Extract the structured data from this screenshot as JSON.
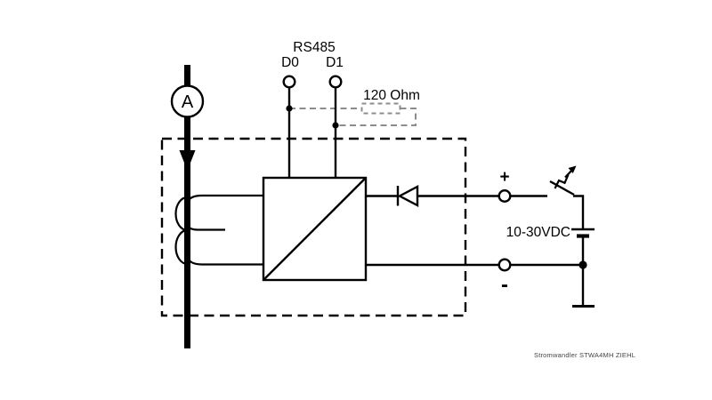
{
  "labels": {
    "bus": "RS485",
    "d0": "D0",
    "d1": "D1",
    "terminator": "120 Ohm",
    "ammeter": "A",
    "plus": "+",
    "minus": "-",
    "supply_voltage": "10-30VDC",
    "caption": "Stromwandler STWA4MH ZIEHL"
  },
  "colors": {
    "stroke": "#000000",
    "optional_dashed": "#8c8c8c",
    "background": "#ffffff",
    "caption_text": "#444444"
  }
}
